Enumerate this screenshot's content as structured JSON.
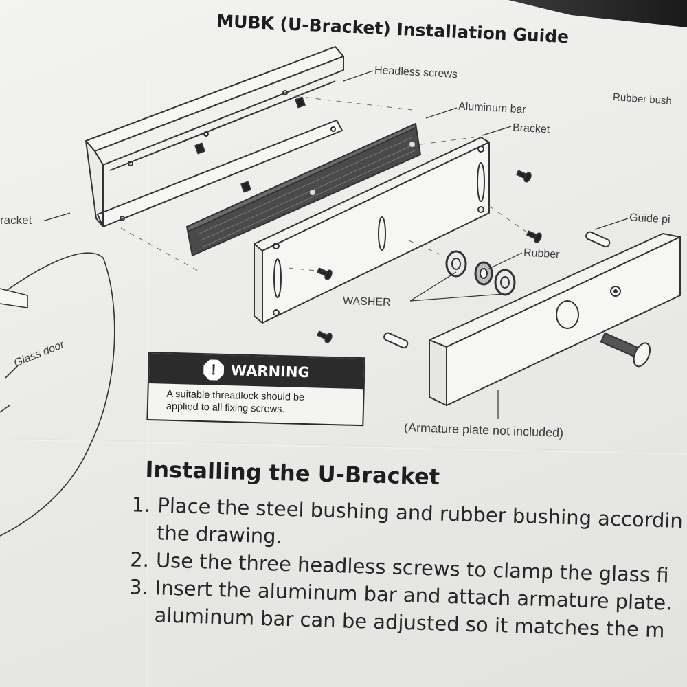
{
  "document": {
    "title": "MUBK (U-Bracket) Installation Guide"
  },
  "diagram": {
    "labels": {
      "headless_screws": "Headless screws",
      "aluminum_bar": "Aluminum bar",
      "bracket": "Bracket",
      "rubber_bushing": "Rubber bush",
      "guide_pin": "Guide pi",
      "rubber": "Rubber",
      "washer": "WASHER",
      "bracket_left": "racket",
      "glass_door": "Glass door",
      "armature_note": "(Armature plate not included)"
    }
  },
  "warning": {
    "icon": "!",
    "title": "WARNING",
    "line1": "A suitable threadlock should be",
    "line2": "applied to all fixing screws."
  },
  "instructions": {
    "heading": "Installing the U-Bracket",
    "steps": [
      {
        "num": "1.",
        "text": "Place the steel bushing and rubber bushing accordin to the drawing."
      },
      {
        "num": "2.",
        "text": "Use the three headless screws to clamp the glass fi"
      },
      {
        "num": "3.",
        "text": "Insert the aluminum bar and attach armature plate. aluminum bar can be adjusted so it matches the m"
      }
    ]
  },
  "colors": {
    "paper": "#efefed",
    "ink": "#2a2a2a",
    "warning_bg": "#2b2b2b"
  }
}
